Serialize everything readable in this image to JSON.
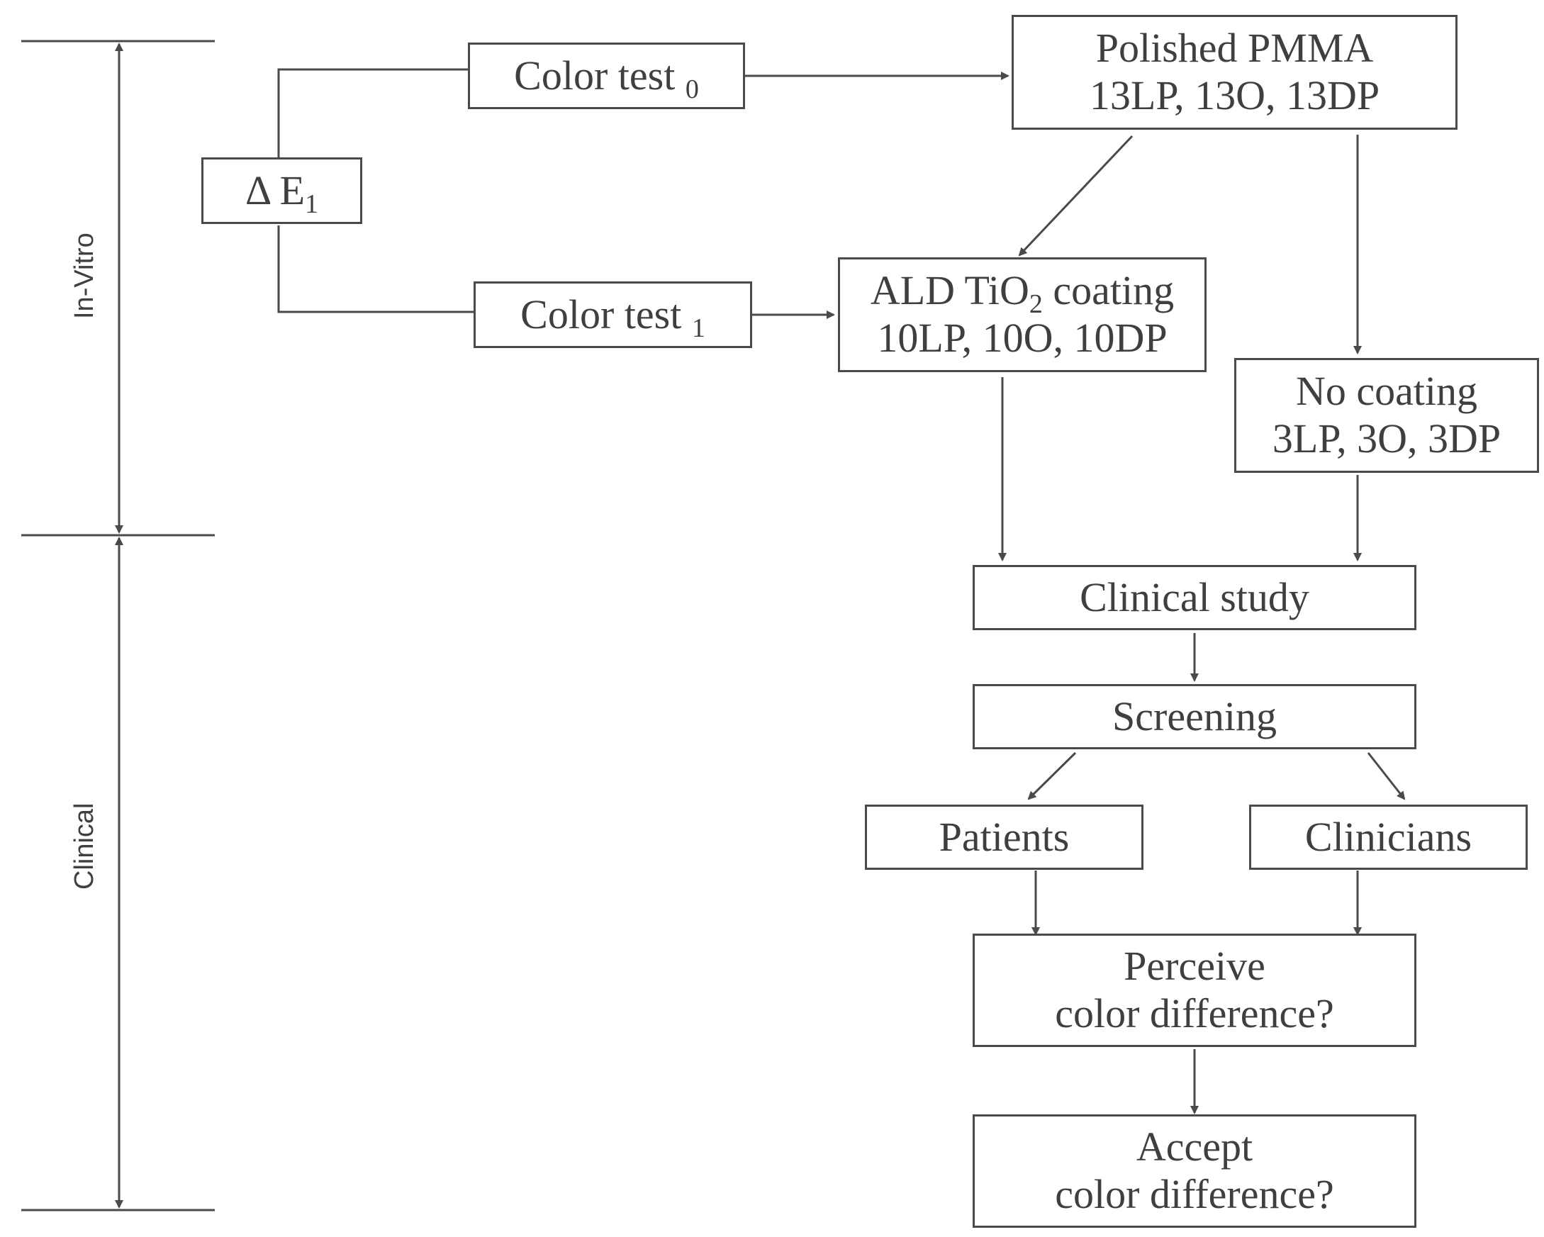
{
  "phases": {
    "in_vitro": "In-Vitro",
    "clinical": "Clinical"
  },
  "boxes": {
    "color_test_0": {
      "text": "Color test",
      "subscript": "0"
    },
    "delta_e": {
      "text": "Δ E",
      "subscript": "1"
    },
    "color_test_1": {
      "text": "Color test",
      "subscript": "1"
    },
    "polished_pmma": {
      "line1": "Polished PMMA",
      "line2": "13LP, 13O, 13DP"
    },
    "ald_coating": {
      "line1_pre": "ALD TiO",
      "line1_sub": "2",
      "line1_post": " coating",
      "line2": "10LP, 10O, 10DP"
    },
    "no_coating": {
      "line1": "No coating",
      "line2": "3LP, 3O, 3DP"
    },
    "clinical_study": {
      "text": "Clinical study"
    },
    "screening": {
      "text": "Screening"
    },
    "patients": {
      "text": "Patients"
    },
    "clinicians": {
      "text": "Clinicians"
    },
    "perceive": {
      "line1": "Perceive",
      "line2": "color difference?"
    },
    "accept": {
      "line1": "Accept",
      "line2": "color difference?"
    }
  },
  "colors": {
    "stroke": "#4a4a4a",
    "text": "#3f3f3f"
  }
}
